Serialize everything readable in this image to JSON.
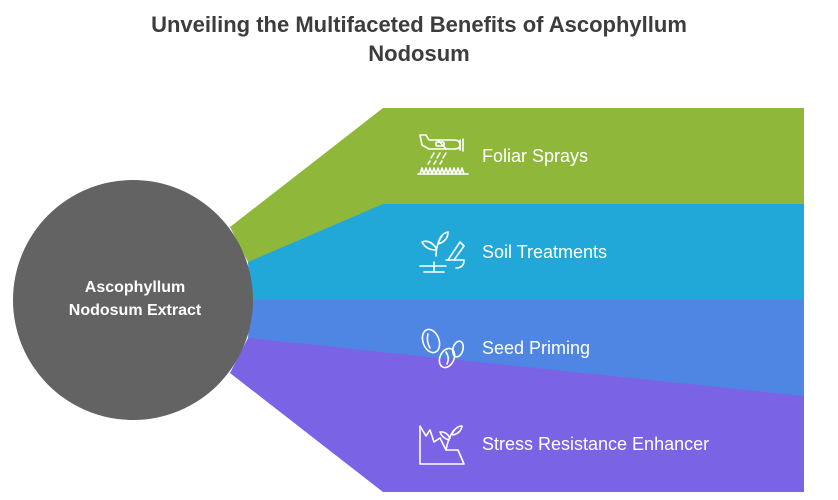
{
  "title_lines": [
    "Unveiling the Multifaceted Benefits of Ascophyllum",
    "Nodosum"
  ],
  "center": {
    "lines": [
      "Ascophyllum",
      "Nodosum Extract"
    ],
    "color": "#636363"
  },
  "branches": [
    {
      "label": "Foliar Sprays",
      "icon": "crop-duster-plane-icon",
      "color": "#8fb83b"
    },
    {
      "label": "Soil Treatments",
      "icon": "sprout-soil-icon",
      "color": "#21a8d8"
    },
    {
      "label": "Seed Priming",
      "icon": "seeds-icon",
      "color": "#4f86e3"
    },
    {
      "label": "Stress Resistance Enhancer",
      "icon": "plant-on-rock-icon",
      "color": "#7b63e6"
    }
  ]
}
